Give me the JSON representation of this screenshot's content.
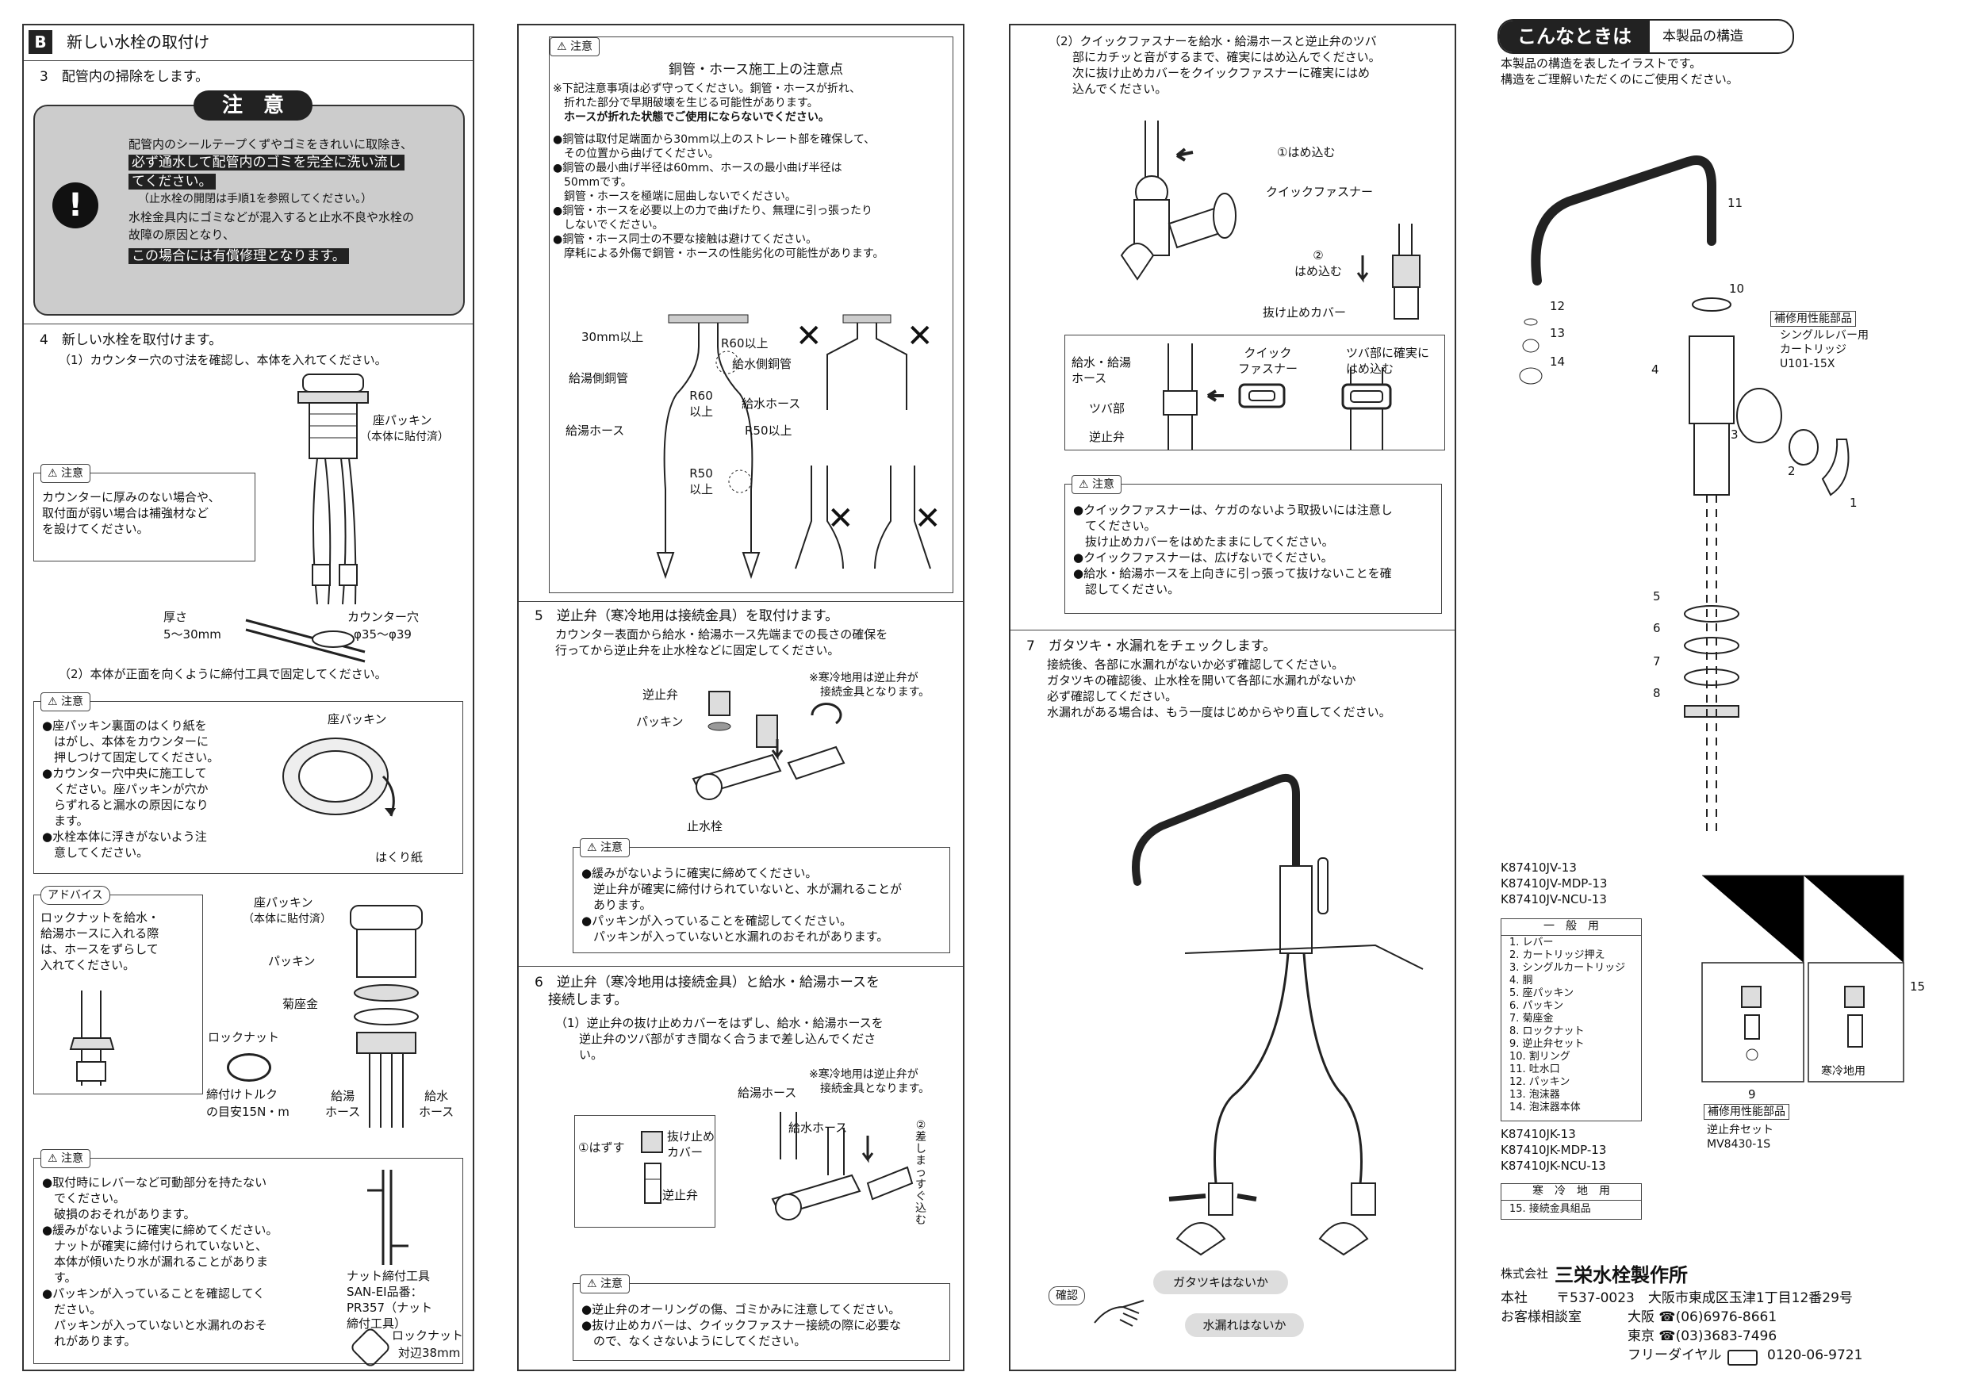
{
  "colA": {
    "section_letter": "B",
    "section_title": "新しい水栓の取付け",
    "step3": "3　配管内の掃除をします。",
    "caution_title": "注　意",
    "caution_line1": "配管内のシールテープくずやゴミをきれいに取除き、",
    "caution_hl1": "必ず通水して配管内のゴミを完全に洗い流し",
    "caution_hl2": "てください。",
    "caution_note": "（止水栓の開閉は手順1を参照してください。）",
    "caution_line2": "水栓金具内にゴミなどが混入すると止水不良や水栓の",
    "caution_line3": "故障の原因となり、",
    "caution_hl3": "この場合には有償修理となります。",
    "step4": "4　新しい水栓を取付けます。",
    "step4_1": "（1）カウンター穴の寸法を確認し、本体を入れてください。",
    "label_seat1": "座パッキン",
    "label_seat1_note": "（本体に貼付済）",
    "caution_small": "注意",
    "note1": "カウンターに厚みのない場合や、\n取付面が弱い場合は補強材など\nを設けてください。",
    "thickness_label": "厚さ",
    "thickness_value": "5〜30mm",
    "hole_label": "カウンター穴",
    "hole_value": "φ35〜φ39",
    "step4_2": "（2）本体が正面を向くように締付工具で固定してください。",
    "note2": "●座パッキン裏面のはくり紙を\n　はがし、本体をカウンターに\n　押しつけて固定してください。\n●カウンター穴中央に施工して\n　ください。座パッキンが穴か\n　らずれると漏水の原因になり\n　ます。\n●水栓本体に浮きがないよう注\n　意してください。",
    "label_seat2": "座パッキン",
    "label_peel": "はくり紙",
    "advice_tag": "アドバイス",
    "advice": "ロックナットを給水・\n給湯ホースに入れる際\nは、ホースをずらして\n入れてください。",
    "label_seat3": "座パッキン",
    "label_seat3_note": "（本体に貼付済）",
    "label_packing": "パッキン",
    "label_kiku": "菊座金",
    "label_locknut": "ロックナット",
    "torque_line1": "締付けトルク",
    "torque_line2": "の目安15N・m",
    "label_hot_hose": "給湯\nホース",
    "label_cold_hose": "給水\nホース",
    "note3": "●取付時にレバーなど可動部分を持たない\n　でください。\n　破損のおそれがあります。\n●緩みがないように確実に締めてください。\n　ナットが確実に締付けられていないと、\n　本体が傾いたり水が漏れることがありま\n　す。\n●パッキンが入っていることを確認してく\n　ださい。\n　パッキンが入っていないと水漏れのおそ\n　れがあります。",
    "tool_label": "ナット締付工具\nSAN-EI品番：\nPR357（ナット\n締付工具）",
    "locknut_label": "ロックナット",
    "locknut_size": "対辺38mm"
  },
  "colB": {
    "caution_small": "注意",
    "pipe_title": "銅管・ホース施工上の注意点",
    "pipe_note": "※下記注意事項は必ず守ってください。銅管・ホースが折れ、\n　折れた部分で早期破壊を生じる可能性があります。",
    "pipe_note_bold": "　ホースが折れた状態でご使用にならないでください。",
    "pipe_rules": "●銅管は取付足端面から30mm以上のストレート部を確保して、\n　その位置から曲げてください。\n●銅管の最小曲げ半径は60mm、ホースの最小曲げ半径は\n　50mmです。\n　銅管・ホースを極端に屈曲しないでください。\n●銅管・ホースを必要以上の力で曲げたり、無理に引っ張ったり\n　しないでください。\n●銅管・ホース同士の不要な接触は避けてください。\n　摩耗による外傷で銅管・ホースの性能劣化の可能性があります。",
    "lbl_30": "30mm以上",
    "lbl_r60a": "R60以上",
    "lbl_cold_pipe": "給水側銅管",
    "lbl_hot_pipe": "給湯側銅管",
    "lbl_r60b": "R60\n以上",
    "lbl_cold_hose": "給水ホース",
    "lbl_hot_hose": "給湯ホース",
    "lbl_r50a": "R50以上",
    "lbl_r50b": "R50\n以上",
    "step5": "5　逆止弁（寒冷地用は接続金具）を取付けます。",
    "step5_desc": "カウンター表面から給水・給湯ホース先端までの長さの確保を\n行ってから逆止弁を止水栓などに固定してください。",
    "step5_cold_note": "※寒冷地用は逆止弁が\n　接続金具となります。",
    "lbl_check": "逆止弁",
    "lbl_packing": "パッキン",
    "lbl_stop": "止水栓",
    "note5": "●緩みがないように確実に締めてください。\n　逆止弁が確実に締付けられていないと、水が漏れることが\n　あります。\n●パッキンが入っていることを確認してください。\n　パッキンが入っていないと水漏れのおそれがあります。",
    "step6": "6　逆止弁（寒冷地用は接続金具）と給水・給湯ホースを\n　接続します。",
    "step6_1": "（1）逆止弁の抜け止めカバーをはずし、給水・給湯ホースを\n　　逆止弁のツバ部がすき間なく合うまで差し込んでくださ\n　　い。",
    "step6_cold_note": "※寒冷地用は逆止弁が\n　接続金具となります。",
    "lbl_hot_hose6": "給湯ホース",
    "lbl_cold_hose6": "給水ホース",
    "lbl_remove": "①はずす",
    "lbl_cover": "抜け止め\nカバー",
    "lbl_check6": "逆止弁",
    "lbl_insert": "②\n差\nし\nま\nっ\nす\nぐ\n込\nむ",
    "note6": "●逆止弁のオーリングの傷、ゴミかみに注意してください。\n●抜け止めカバーは、クイックファスナー接続の際に必要な\n　ので、なくさないようにしてください。"
  },
  "colC": {
    "step6_2": "（2）クイックファスナーを給水・給湯ホースと逆止弁のツバ\n　　部にカチッと音がするまで、確実にはめ込んでください。\n　　次に抜け止めカバーをクイックファスナーに確実にはめ\n　　込んでください。",
    "lbl_fit1": "①はめ込む",
    "lbl_qf": "クイックファスナー",
    "lbl_fit2": "②\nはめ込む",
    "lbl_cover": "抜け止めカバー",
    "lbl_hoses": "給水・給湯\nホース",
    "lbl_qf2": "クイック\nファスナー",
    "lbl_flange_fit": "ツバ部に確実に\nはめ込む",
    "lbl_flange": "ツバ部",
    "lbl_check": "逆止弁",
    "caution_small": "注意",
    "note_qf": "●クイックファスナーは、ケガのないよう取扱いには注意し\n　てください。\n　抜け止めカバーをはめたままにしてください。\n●クイックファスナーは、広げないでください。\n●給水・給湯ホースを上向きに引っ張って抜けないことを確\n　認してください。",
    "step7": "7　ガタツキ・水漏れをチェックします。",
    "step7_desc": "接続後、各部に水漏れがないか必ず確認してください。\nガタツキの確認後、止水栓を開いて各部に水漏れがないか\n必ず確認してください。\n水漏れがある場合は、もう一度はじめからやり直してください。",
    "confirm_tag": "確認",
    "check_wobble": "ガタツキはないか",
    "check_leak": "水漏れはないか"
  },
  "colD": {
    "banner_main": "こんなときは",
    "banner_sub": "本製品の構造",
    "intro": "本製品の構造を表したイラストです。\n構造をご理解いただくのにご使用ください。",
    "repair_title": "補修用性能部品",
    "repair_item": "シングルレバー用\nカートリッジ\nU101-15X",
    "nums": [
      "11",
      "10",
      "12",
      "13",
      "14",
      "4",
      "3",
      "2",
      "1",
      "5",
      "6",
      "7",
      "8",
      "9",
      "15"
    ],
    "models_a": "K87410JV-13\nK87410JV-MDP-13\nK87410JV-NCU-13",
    "table_a_head": "一　般　用",
    "table_a_items": "1. レバー\n2. カートリッジ押え\n3. シングルカートリッジ\n4. 胴\n5. 座パッキン\n6. パッキン\n7. 菊座金\n8. ロックナット\n9. 逆止弁セット\n10. 割リング\n11. 吐水口\n12. パッキン\n13. 泡沫器\n14. 泡沫器本体",
    "models_b": "K87410JK-13\nK87410JK-MDP-13\nK87410JK-NCU-13",
    "table_b_head": "寒　冷　地　用",
    "table_b_item": "15. 接続金具組品",
    "cold_label": "寒冷地用",
    "repair2_title": "補修用性能部品",
    "repair2_item": "逆止弁セット\nMV8430-1S",
    "company_prefix": "株式会社",
    "company_name": "三栄水栓製作所",
    "hq_label": "本社",
    "hq_addr": "〒537-0023　大阪市東成区玉津1丁目12番29号",
    "support_label": "お客様相談室",
    "osaka": "大阪 ☎(06)6976-8661",
    "tokyo": "東京 ☎(03)3683-7496",
    "freedial_label": "フリーダイヤル",
    "freedial_number": "0120-06-9721"
  }
}
